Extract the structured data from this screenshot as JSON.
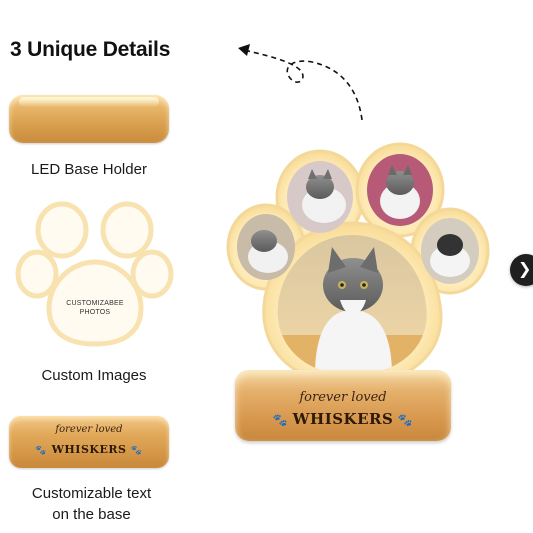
{
  "heading": "3 Unique Details",
  "details": {
    "led_label": "LED Base Holder",
    "images_label": "Custom Images",
    "text_label_line1": "Customizable text",
    "text_label_line2": "on the base",
    "paw_outline_text_line1": "CUSTOMIZABEE",
    "paw_outline_text_line2": "PHOTOS"
  },
  "engraving": {
    "script": "forever loved",
    "name": "WHISKERS"
  },
  "navigation": {
    "next_icon": "chevron-right-icon"
  },
  "colors": {
    "wood": "#d9a04f",
    "glow": "#fff1c6",
    "nav": "#1f1f1f"
  }
}
